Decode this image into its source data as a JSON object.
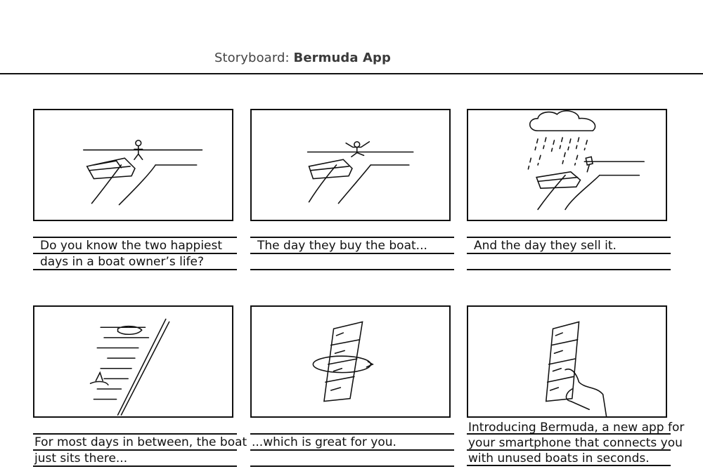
{
  "header": {
    "prefix": "Storyboard: ",
    "app_name": "Bermuda App"
  },
  "captions": [
    {
      "lines": [
        "Do you know the two happiest",
        "days in a boat owner’s life?"
      ]
    },
    {
      "lines": [
        "The day they buy the boat..."
      ]
    },
    {
      "lines": [
        "And the day they sell it."
      ]
    },
    {
      "lines": [
        "For most days in between, the boat",
        "just sits there..."
      ]
    },
    {
      "lines": [
        "...which is great for you."
      ]
    },
    {
      "lines": [
        "Introducing Bermuda, a new app for",
        "your smartphone that connects you",
        "with unused boats in seconds."
      ]
    }
  ]
}
